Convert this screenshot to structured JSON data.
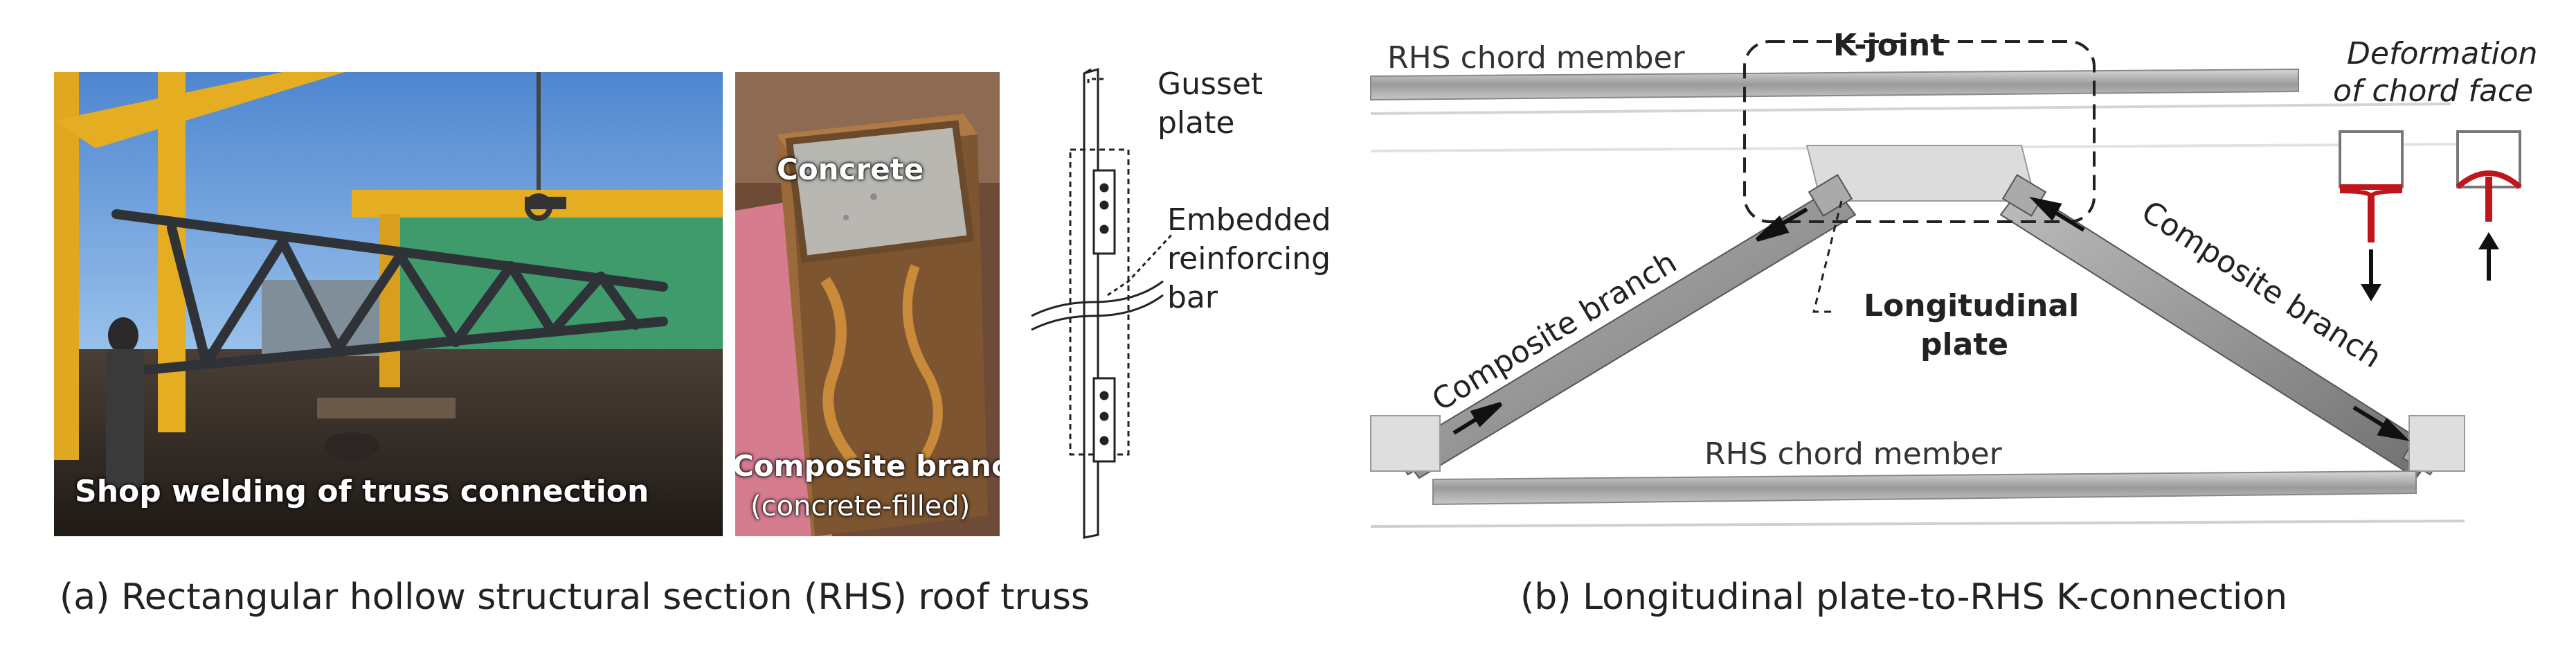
{
  "panel_a": {
    "photo1_label": "Shop welding of truss connection",
    "photo2_top_label": "Concrete",
    "photo2_bottom_label": "Composite branch",
    "photo2_bottom_sub": "(concrete-filled)",
    "sketch_gusset_line1": "Gusset",
    "sketch_gusset_line2": "plate",
    "sketch_bar_line1": "Embedded",
    "sketch_bar_line2": "reinforcing",
    "sketch_bar_line3": "bar",
    "caption": "(a) Rectangular hollow structural section (RHS) roof truss"
  },
  "panel_b": {
    "top_chord_label": "RHS chord member",
    "bottom_chord_label": "RHS chord member",
    "k_joint_label": "K-joint",
    "left_branch_label": "Composite branch",
    "right_branch_label": "Composite branch",
    "plate_label_line1": "Longitudinal",
    "plate_label_line2": "plate",
    "deformation_line1": "Deformation",
    "deformation_line2": "of chord face",
    "caption": "(b) Longitudinal plate-to-RHS K-connection"
  },
  "colors": {
    "steel": "#8d8d8d",
    "deformation_red": "#c0151b",
    "dashed_box": "#222222"
  }
}
